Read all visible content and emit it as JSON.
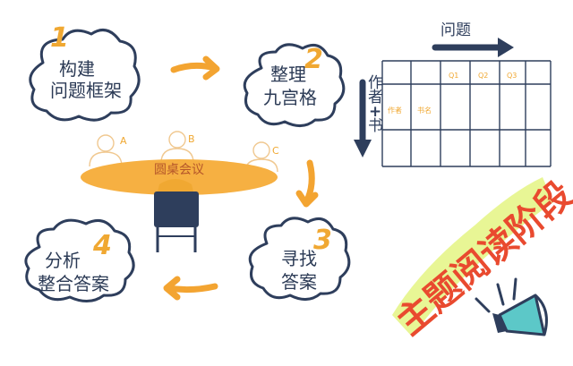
{
  "steps": [
    {
      "number": "1",
      "line1": "构建",
      "line2": "问题框架"
    },
    {
      "number": "2",
      "line1": "整理",
      "line2": "九宫格"
    },
    {
      "number": "3",
      "line1": "寻找",
      "line2": "答案"
    },
    {
      "number": "4",
      "line1": "分析",
      "line2": "整合答案"
    }
  ],
  "round_table": {
    "label": "圆桌会议",
    "seats": [
      "A",
      "B",
      "C"
    ]
  },
  "grid": {
    "top_axis": "问题",
    "side_axis": [
      "作",
      "者",
      "+",
      "书"
    ],
    "column_headers": [
      "Q1",
      "Q2",
      "Q3"
    ],
    "row_headers": [
      "作者",
      "书名"
    ]
  },
  "stamp": "主题阅读阶段",
  "colors": {
    "orange": "#f3a431",
    "navy": "#2e3e5c",
    "table": "#f6b042",
    "highlight": "#e6f58a",
    "stamp_text": "#e94a2f"
  }
}
